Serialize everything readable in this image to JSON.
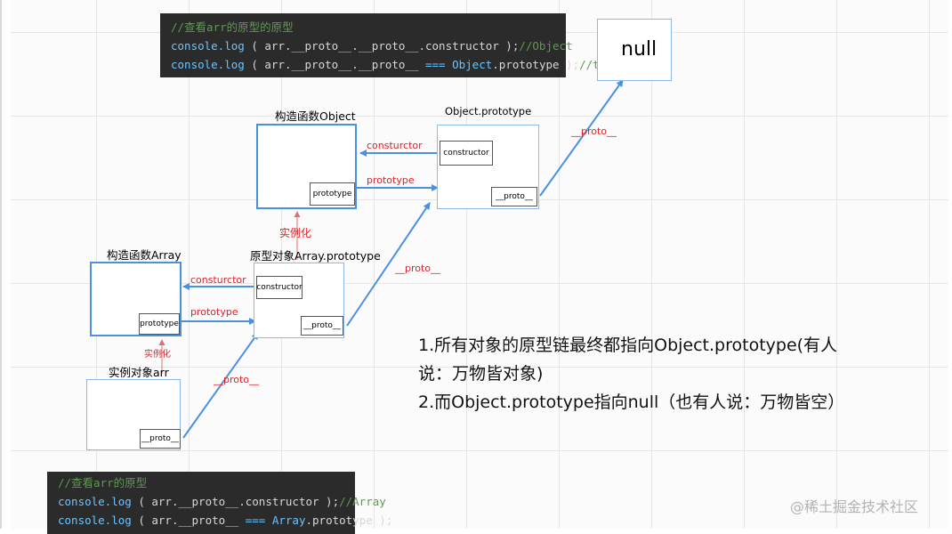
{
  "code_top": {
    "comment": "//查看arr的原型的原型",
    "line1": {
      "fn": "console.log",
      "arg": "( arr.__proto__.__proto__.constructor );",
      "comment": "//Object"
    },
    "line2": {
      "fn": "console.log",
      "arg1": "( arr.__proto__.__proto__ ",
      "op": "===",
      "obj": "Object",
      "arg2": ".prototype );",
      "comment": "//true"
    }
  },
  "code_bottom": {
    "comment": "//查看arr的原型",
    "line1": {
      "fn": "console.log",
      "arg": "( arr.__proto__.constructor );",
      "comment": "//Array"
    },
    "line2": {
      "fn": "console.log",
      "arg1": "( arr.__proto__ ",
      "op": "===",
      "obj": "Array",
      "arg2": ".prototype );"
    }
  },
  "nodes": {
    "null": "null",
    "object_ctor": {
      "label": "构造函数Object",
      "prototype_slot": "prototype"
    },
    "object_prototype": {
      "label": "Object.prototype",
      "constructor_slot": "constructor",
      "proto_slot": "__proto__"
    },
    "array_ctor": {
      "label": "构造函数Array",
      "prototype_slot": "prototype"
    },
    "array_prototype": {
      "label": "原型对象Array.prototype",
      "constructor_slot": "constructor",
      "proto_slot": "__proto__"
    },
    "arr_instance": {
      "label": "实例对象arr",
      "proto_slot": "__proto__"
    }
  },
  "edges": {
    "object_constructor": "consturctor",
    "object_prototype": "prototype",
    "object_proto_null": "__proto__",
    "object_instantiate": "实例化",
    "array_constructor": "consturctor",
    "array_prototype": "prototype",
    "array_proto_object": "__proto__",
    "array_instantiate": "实例化",
    "arr_proto": "__proto__"
  },
  "notes": {
    "line1": "1.所有对象的原型链最终都指向Object.prototype(有人",
    "line2": "说：万物皆对象)",
    "line3": "2.而Object.prototype指向null（也有人说：万物皆空）"
  },
  "watermark": "@稀土掘金技术社区",
  "colors": {
    "box_border": "#4a8fe0",
    "arrow": "#4a8fe0",
    "edge_label": "#d9262a",
    "code_bg": "#2b2b2b"
  }
}
